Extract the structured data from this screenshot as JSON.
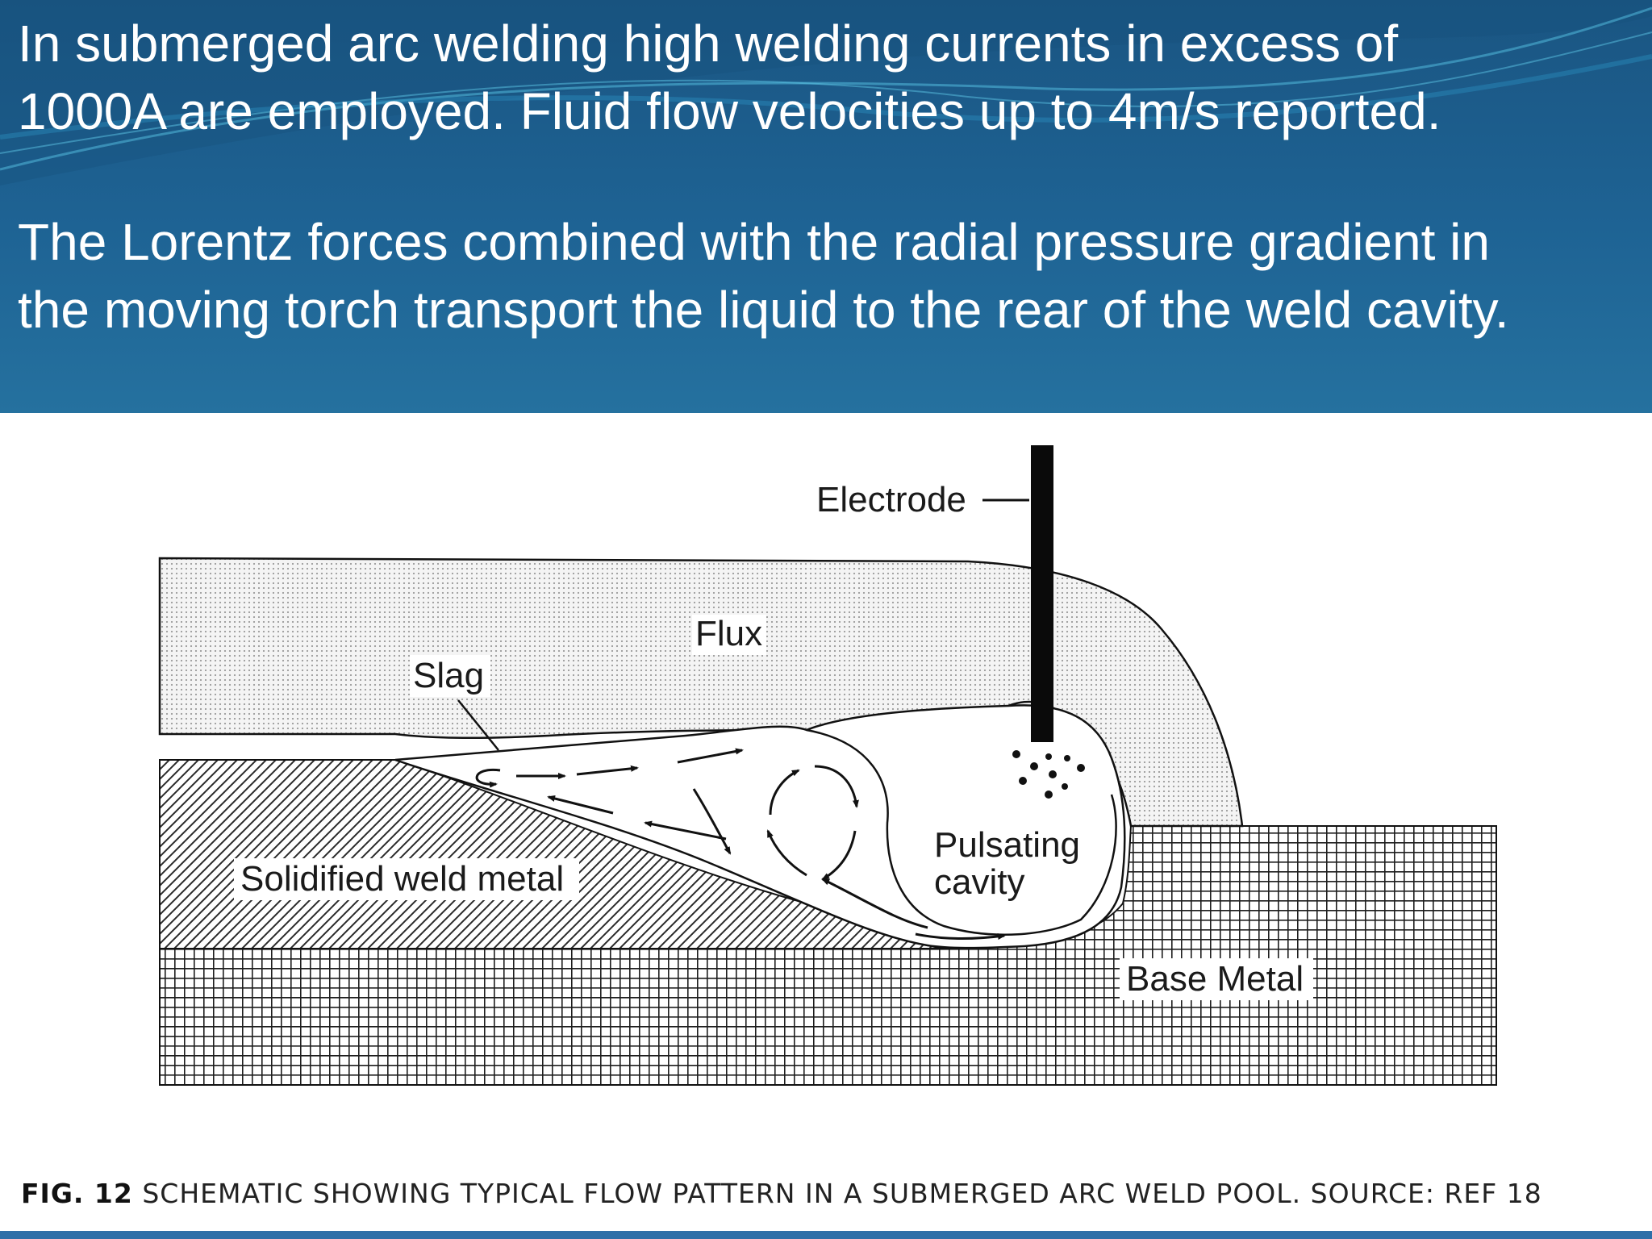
{
  "slide": {
    "paragraph_1_line_1": "In submerged arc welding high welding currents in excess of",
    "paragraph_1_line_2": "1000A are employed. Fluid flow velocities up to 4m/s reported.",
    "paragraph_2_line_1": "The Lorentz forces combined with the radial pressure gradient in",
    "paragraph_2_line_2": "the moving torch transport the liquid to the rear of the weld cavity."
  },
  "figure": {
    "labels": {
      "electrode": "Electrode",
      "flux": "Flux",
      "slag": "Slag",
      "solidified_weld_metal": "Solidified weld metal",
      "pulsating": "Pulsating",
      "cavity": "cavity",
      "base_metal": "Base Metal"
    },
    "caption_prefix": "FIG. 12",
    "caption_text": " SCHEMATIC SHOWING TYPICAL FLOW PATTERN IN A SUBMERGED ARC WELD POOL. SOURCE: REF 18"
  },
  "colors": {
    "header_blue": "#1e6394",
    "text_white": "#ffffff",
    "bottom_bar": "#2e6fa8"
  }
}
